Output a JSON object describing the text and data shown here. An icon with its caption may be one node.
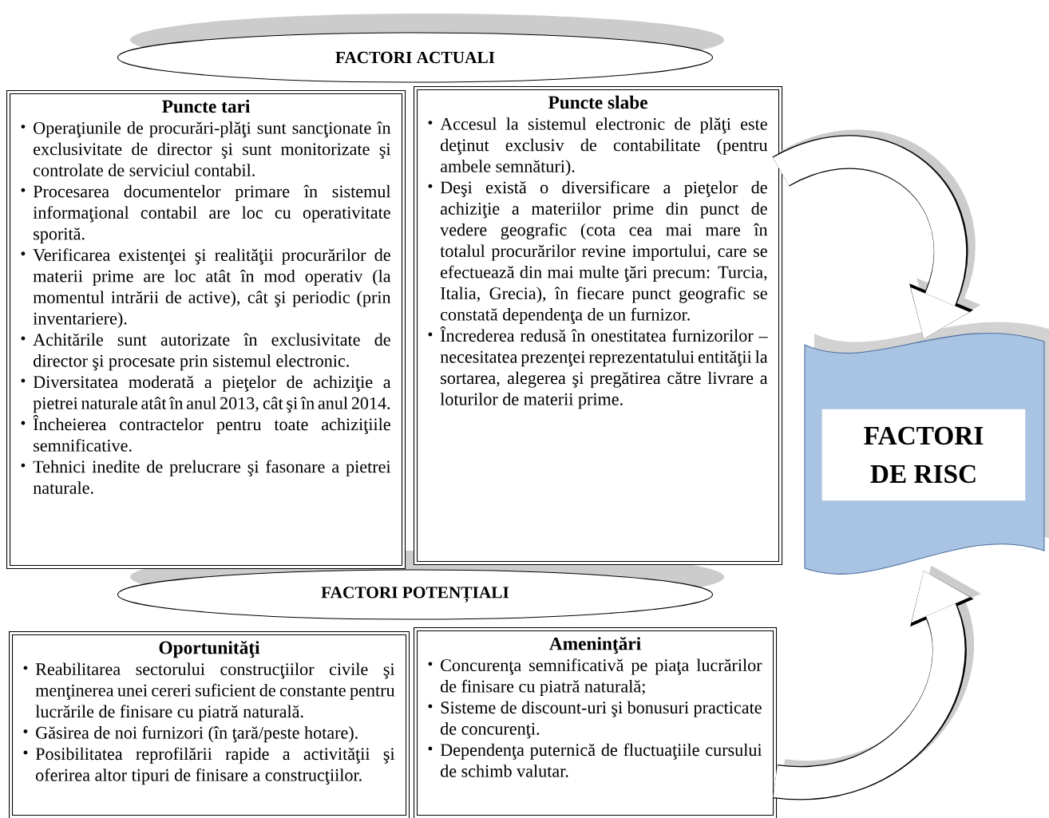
{
  "diagram": {
    "nodes": [
      {
        "text": [
          "FACTORI ACTUALI"
        ]
      },
      {
        "text": [
          "Puncte tari",
          "Operaţiunile de procurări-plăţi sunt sancţionate în exclusivitate de director şi sunt monitorizate şi controlate de serviciul contabil.",
          "Procesarea documentelor primare în sistemul informaţional contabil are loc cu operativitate sporită.",
          "Verificarea existenţei şi realităţii procurărilor de materii prime are loc atât în mod operativ (la momentul intrării de active), cât şi periodic (prin inventariere).",
          "Achitările sunt autorizate în exclusivitate de director şi procesate prin sistemul electronic.",
          "Diversitatea moderată a pieţelor de achiziţie a pietrei naturale atât în anul 2013, cât şi în anul 2014.",
          "Încheierea contractelor pentru toate achiziţiile semnificative.",
          "Tehnici inedite de prelucrare şi fasonare a pietrei naturale."
        ]
      },
      {
        "text": [
          "Puncte slabe",
          "Accesul la sistemul electronic de plăţi este deţinut exclusiv de contabilitate (pentru ambele semnături).",
          "Deşi există o diversificare a pieţelor de achiziţie a materiilor prime din punct de vedere geografic (cota cea mai mare în totalul procurărilor revine importului, care se efectuează din mai multe ţări precum: Turcia, Italia, Grecia), în fiecare punct geografic se constată dependenţa de un furnizor.",
          "Încrederea redusă în onestitatea furnizorilor – necesitatea prezenţei reprezentatului entităţii la sortarea, alegerea şi pregătirea către livrare a loturilor de materii prime."
        ]
      },
      {
        "text": [
          "FACTORI POTENȚIALI"
        ]
      },
      {
        "text": [
          "Oportunităţi",
          "Reabilitarea sectorului construcţiilor civile şi menţinerea unei cereri suficient de constante pentru lucrările de finisare cu piatră naturală.",
          "Găsirea de noi furnizori (în ţară/peste hotare).",
          "Posibilitatea reprofilării rapide a activităţii şi oferirea altor tipuri de finisare a construcţiilor."
        ]
      },
      {
        "text": [
          "Ameninţări",
          "Concurenţa semnificativă pe piaţa lucrărilor de finisare cu piatră naturală;",
          "Sisteme de discount-uri şi bonusuri practicate de concurenţi.",
          "Dependenţa puternică de fluctuaţiile cursului de schimb valutar."
        ]
      },
      {
        "text": [
          "FACTORI DE RISC"
        ]
      }
    ],
    "edges": [
      {
        "from": 2,
        "to": 6,
        "arrow": "to"
      },
      {
        "from": 5,
        "to": 6,
        "arrow": "to"
      }
    ]
  }
}
